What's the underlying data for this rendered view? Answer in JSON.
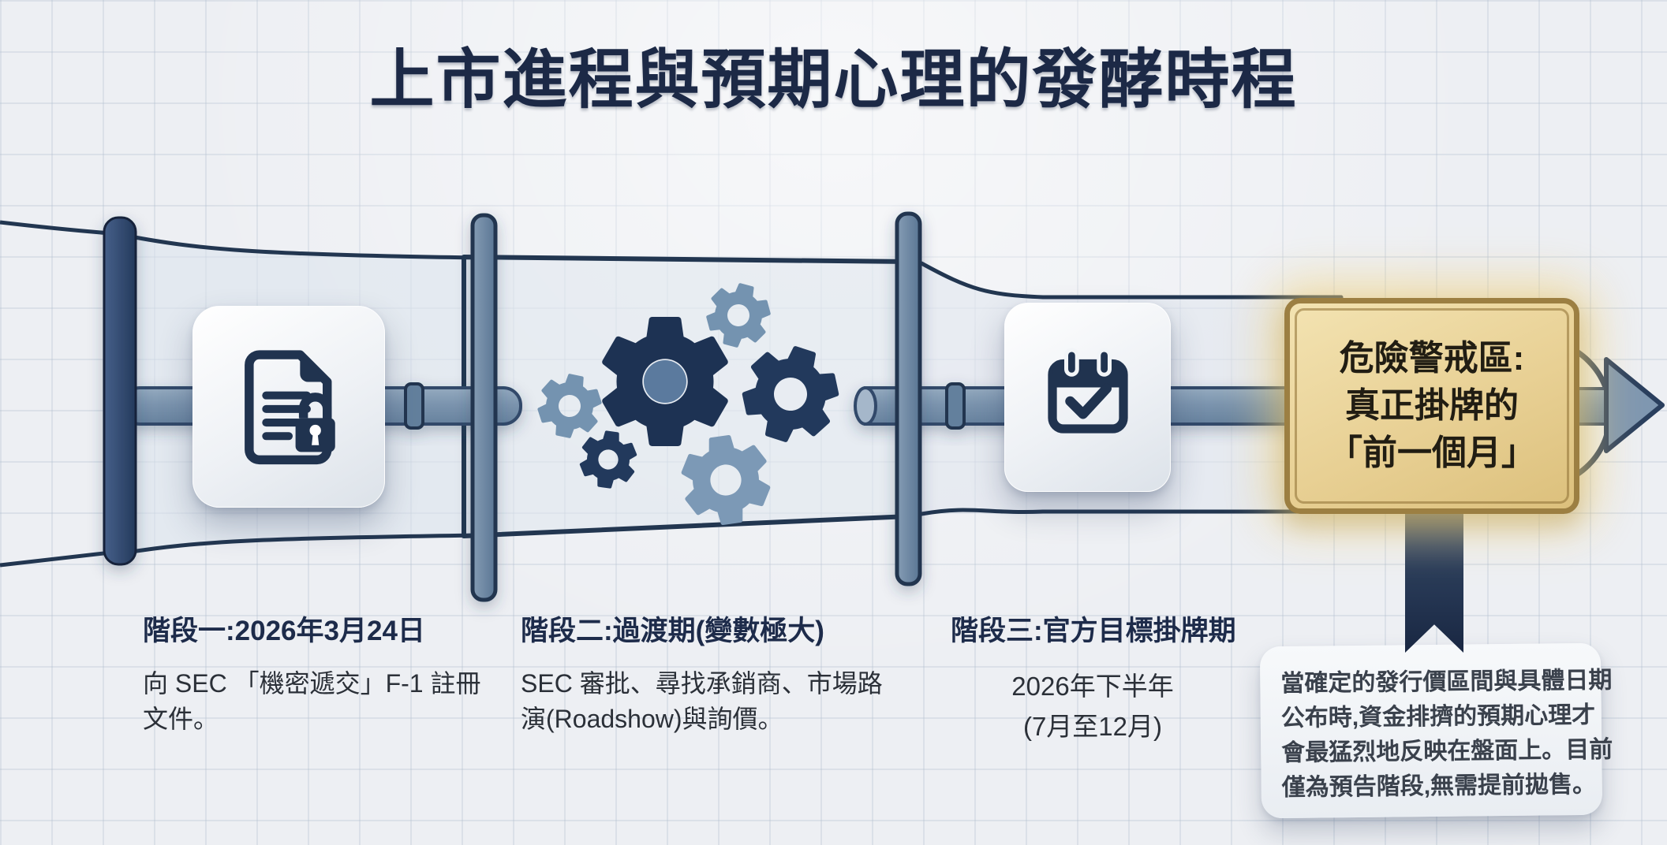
{
  "title": "上市進程與預期心理的發酵時程",
  "stages": [
    {
      "id": "stage-1",
      "heading": "階段一:2026年3月24日",
      "body": "向 SEC 「機密遞交」F-1 註冊文件。",
      "icon": "document-lock-icon"
    },
    {
      "id": "stage-2",
      "heading": "階段二:過渡期(變數極大)",
      "body": "SEC 審批、尋找承銷商、市場路演(Roadshow)與詢價。",
      "icon": "gears-icon"
    },
    {
      "id": "stage-3",
      "heading": "階段三:官方目標掛牌期",
      "body_lines": [
        "2026年下半年",
        "(7月至12月)"
      ],
      "icon": "calendar-check-icon"
    }
  ],
  "warning_box": {
    "lines": [
      "危險警戒區:",
      "真正掛牌的",
      "「前一個月」"
    ]
  },
  "callout": {
    "lines": [
      "當確定的發行價區間與具體日期",
      "公布時,資金排擠的預期心理才",
      "會最猛烈地反映在盤面上。目前",
      "僅為預告階段,無需提前拋售。"
    ]
  },
  "colors": {
    "background": "#edeff3",
    "title_navy": "#1c2946",
    "outline_navy": "#223650",
    "dark_bar": "#2c4466",
    "steel_blue": "#7b94ae",
    "gear_dark": "#1d3253",
    "gear_light": "#7493b0",
    "gold_fill": "#e8d094",
    "gold_border": "#9c7f42",
    "ribbon_navy": "#1f3050",
    "callout_bg": "#f1f4f7",
    "callout_text": "#3a414c"
  }
}
